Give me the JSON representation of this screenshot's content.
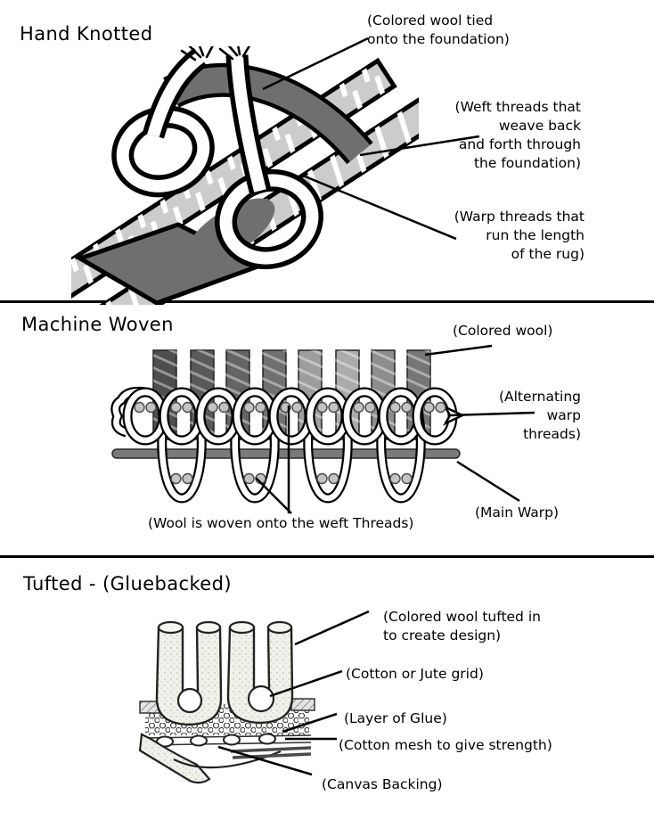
{
  "page": {
    "kind": "rug-construction-diagram",
    "colors": {
      "ink": "#000000",
      "paper": "#ffffff",
      "weft_dark_gray": "#6f6f6f",
      "warp_light_gray": "#cccccc",
      "main_warp_gray": "#7a7a7a",
      "wool_white": "#ffffff",
      "tuft_grays": [
        "#4e4e4e",
        "#595959",
        "#646464",
        "#707070",
        "#9d9d9d",
        "#ababab",
        "#8d8d8d",
        "#767676"
      ],
      "stipple_tint": "#c3cbbb"
    }
  },
  "sections": [
    {
      "title": "Hand Knotted",
      "illustration": "hand-knotted-knot-drawing",
      "labels": {
        "colored_wool": {
          "text": "(Colored wool tied\nonto the foundation)"
        },
        "weft": {
          "text": "(Weft threads that\nweave back\nand forth through\nthe foundation)"
        },
        "warp": {
          "text": "(Warp threads that\nrun the length\nof the rug)"
        }
      }
    },
    {
      "title": "Machine Woven",
      "illustration": "machine-woven-loom-drawing",
      "labels": {
        "colored_wool": {
          "text": "(Colored wool)"
        },
        "alternating_warp": {
          "text": "(Alternating\nwarp\nthreads)"
        },
        "wool_woven": {
          "text": "(Wool is woven onto the weft Threads)"
        },
        "main_warp": {
          "text": "(Main Warp)"
        }
      }
    },
    {
      "title": "Tufted - (Gluebacked)",
      "illustration": "tufted-glueback-cross-section-drawing",
      "labels": {
        "tufted_wool": {
          "text": "(Colored wool tufted in\nto create design)"
        },
        "cotton_jute": {
          "text": "(Cotton or Jute grid)"
        },
        "glue": {
          "text": "(Layer of Glue)"
        },
        "cotton_mesh": {
          "text": "(Cotton mesh to give strength)"
        },
        "canvas": {
          "text": "(Canvas Backing)"
        }
      }
    }
  ]
}
